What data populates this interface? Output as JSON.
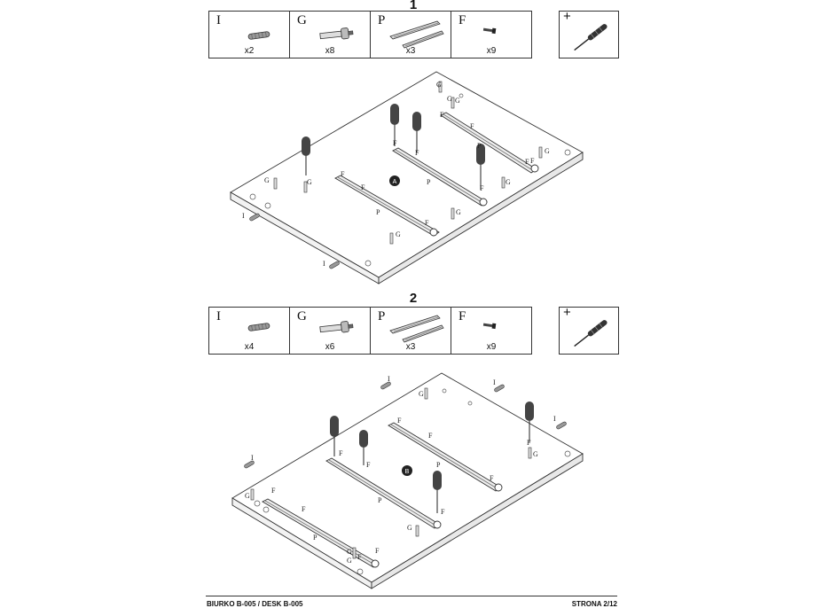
{
  "steps": [
    {
      "number": "1",
      "parts": [
        {
          "letter": "I",
          "qty": "x2",
          "icon": "dowel-icon"
        },
        {
          "letter": "G",
          "qty": "x8",
          "icon": "cam-bolt-icon"
        },
        {
          "letter": "P",
          "qty": "x3",
          "icon": "drawer-rail-icon"
        },
        {
          "letter": "F",
          "qty": "x9",
          "icon": "screw-icon"
        }
      ],
      "tool": {
        "symbol": "+",
        "icon": "phillips-screwdriver-icon"
      },
      "diagram": {
        "marker": "A",
        "labels": [
          "G",
          "G",
          "G",
          "F",
          "F",
          "F",
          "F",
          "F",
          "F",
          "G",
          "G",
          "G",
          "G",
          "F",
          "F",
          "F",
          "P",
          "P",
          "P",
          "F",
          "G",
          "G",
          "I",
          "I",
          "G"
        ]
      }
    },
    {
      "number": "2",
      "parts": [
        {
          "letter": "I",
          "qty": "x4",
          "icon": "dowel-icon"
        },
        {
          "letter": "G",
          "qty": "x6",
          "icon": "cam-bolt-icon"
        },
        {
          "letter": "P",
          "qty": "x3",
          "icon": "drawer-rail-icon"
        },
        {
          "letter": "F",
          "qty": "x9",
          "icon": "screw-icon"
        }
      ],
      "tool": {
        "symbol": "+",
        "icon": "phillips-screwdriver-icon"
      },
      "diagram": {
        "marker": "B",
        "labels": [
          "I",
          "G",
          "I",
          "I",
          "F",
          "F",
          "F",
          "F",
          "F",
          "I",
          "G",
          "G",
          "F",
          "F",
          "F",
          "F",
          "P",
          "P",
          "P",
          "F",
          "G",
          "G",
          "G",
          "F"
        ]
      }
    }
  ],
  "footer": {
    "left": "BIURKO B-005 / DESK B-005",
    "right": "STRONA 2/12"
  }
}
